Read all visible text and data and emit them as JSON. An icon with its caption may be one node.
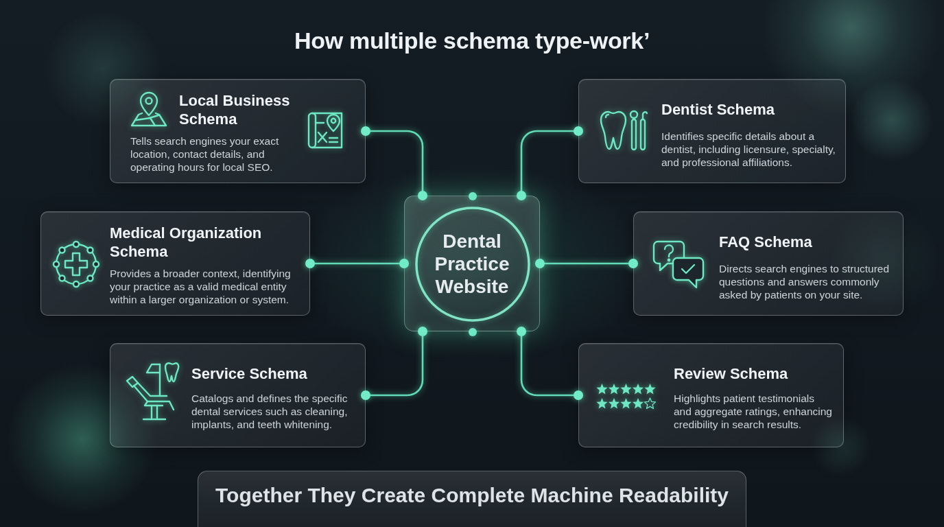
{
  "diagram": {
    "title": "How multiple schema type-work’",
    "nodes": [
      {
        "text": [
          "Local Business Schema",
          "Tells search engines your exact location, contact details, and operating hours for local SEO."
        ]
      },
      {
        "text": [
          "Dentist Schema",
          "Identifies specific details about a dentist, including licensure, specialty, and professional affiliations."
        ]
      },
      {
        "text": [
          "Medical Organization Schema",
          "Provides a broader context, identifying your practice as a valid medical entity within a larger organization or system."
        ]
      },
      {
        "text": [
          "Dental Practice Website"
        ]
      },
      {
        "text": [
          "FAQ Schema",
          "Directs search engines to structured questions and answers commonly asked by patients on your site."
        ]
      },
      {
        "text": [
          "Service Schema",
          "Catalogs and defines the specific dental services such as cleaning, implants, and teeth whitening."
        ]
      },
      {
        "text": [
          "Review Schema",
          "Highlights patient testimonials and aggregate ratings, enhancing credibility in search results."
        ]
      },
      {
        "text": [
          "Together They Create Complete Machine Readability"
        ]
      }
    ],
    "edges": [
      {
        "from": 3,
        "to": 0,
        "arrow": "other"
      },
      {
        "from": 3,
        "to": 1,
        "arrow": "other"
      },
      {
        "from": 3,
        "to": 2,
        "arrow": "other"
      },
      {
        "from": 3,
        "to": 4,
        "arrow": "other"
      },
      {
        "from": 3,
        "to": 5,
        "arrow": "other"
      },
      {
        "from": 3,
        "to": 6,
        "arrow": "other"
      }
    ]
  }
}
